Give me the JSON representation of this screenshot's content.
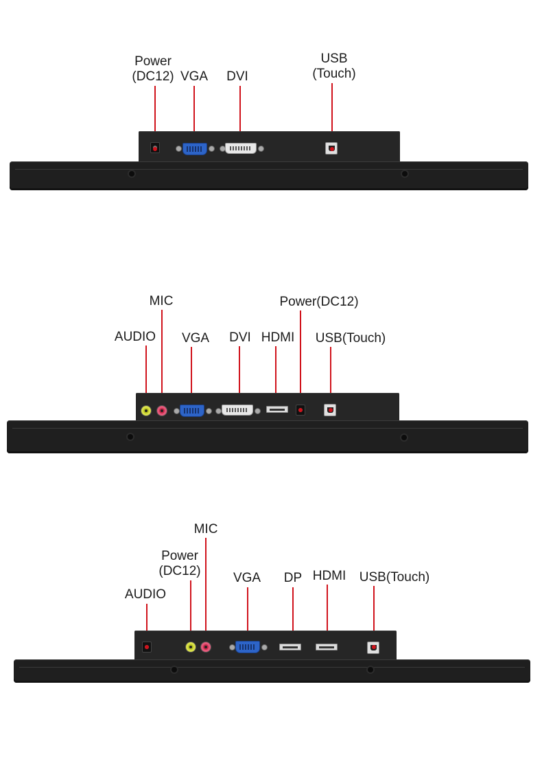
{
  "diagram_1": {
    "labels": {
      "power": [
        "Power",
        "(DC12)"
      ],
      "vga": "VGA",
      "dvi": "DVI",
      "usb": [
        "USB",
        "(Touch)"
      ]
    }
  },
  "diagram_2": {
    "labels": {
      "mic": "MIC",
      "power": "Power(DC12)",
      "audio": "AUDIO",
      "vga": "VGA",
      "dvi": "DVI",
      "hdmi": "HDMI",
      "usb": "USB(Touch)"
    }
  },
  "diagram_3": {
    "labels": {
      "mic": "MIC",
      "power": [
        "Power",
        "(DC12)"
      ],
      "audio": "AUDIO",
      "vga": "VGA",
      "dp": "DP",
      "hdmi": "HDMI",
      "usb": "USB(Touch)"
    }
  },
  "colors": {
    "leader_line": "#d0121b",
    "housing": "#262626",
    "vga_port": "#2d64c8",
    "audio_jack": "#b8c21f",
    "mic_jack": "#c9284a"
  }
}
